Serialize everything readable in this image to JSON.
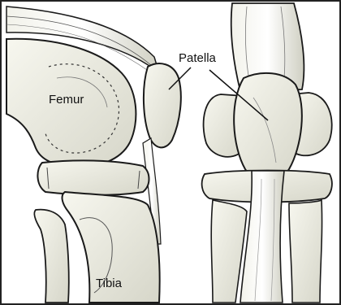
{
  "labels": {
    "femur": "Femur",
    "patella": "Patella",
    "tibia": "Tibia"
  },
  "colors": {
    "bone_fill": "#eeeee4",
    "bone_shade": "#bdbdb0",
    "outline": "#1a1a1a",
    "background": "#ffffff"
  }
}
